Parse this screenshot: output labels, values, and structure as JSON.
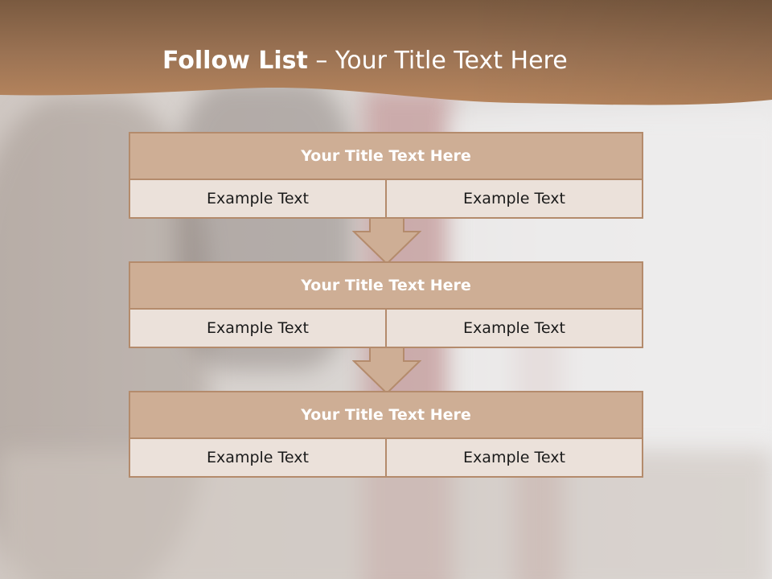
{
  "slide": {
    "title_bold": "Follow List",
    "title_rest": " – Your Title Text Here"
  },
  "blocks": [
    {
      "title": "Your Title Text Here",
      "cells": [
        "Example Text",
        "Example Text"
      ]
    },
    {
      "title": "Your Title Text Here",
      "cells": [
        "Example Text",
        "Example Text"
      ]
    },
    {
      "title": "Your Title Text Here",
      "cells": [
        "Example Text",
        "Example Text"
      ]
    }
  ],
  "colors": {
    "header_dark": "#7a5a3f",
    "header_light": "#b8865e",
    "block_head": "#ceae95",
    "block_border": "#b48b6c",
    "cell_bg": "#ebe1da",
    "arrow_fill": "#ceae95"
  }
}
